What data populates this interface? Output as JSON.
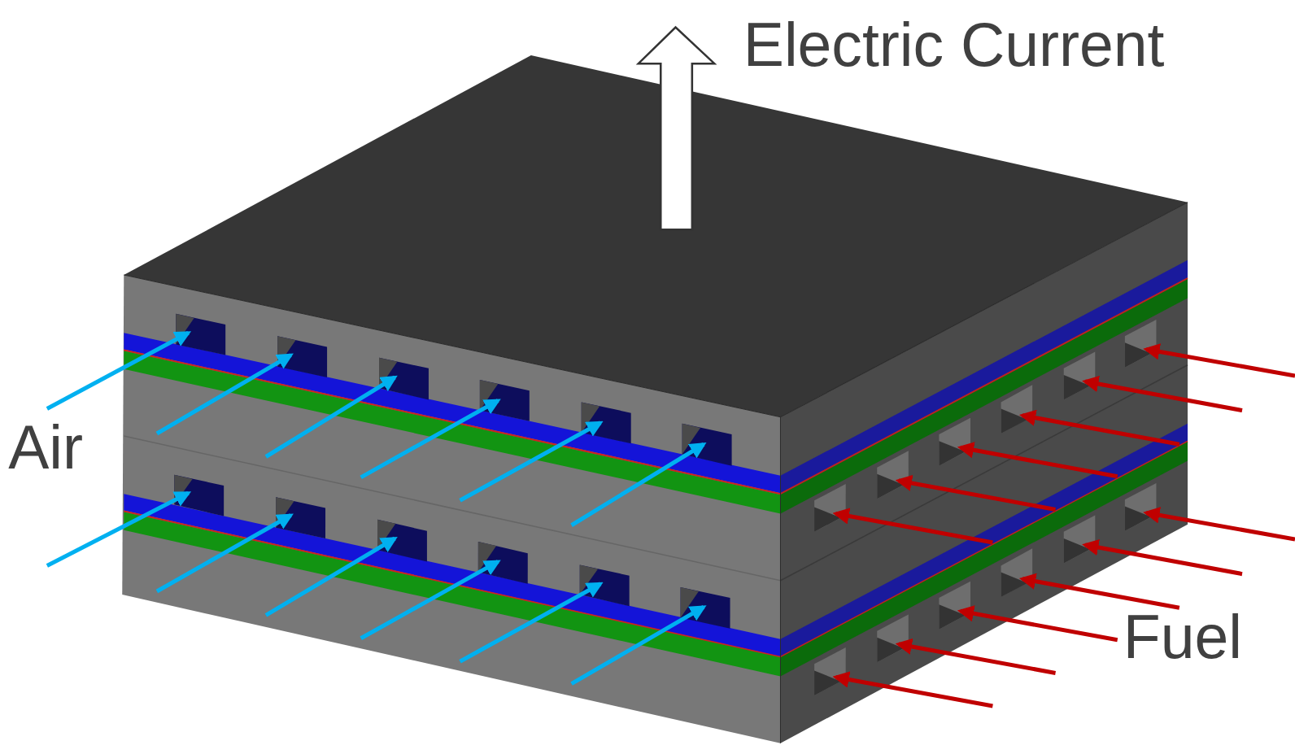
{
  "diagram": {
    "labels": [
      "Electric Current",
      "Air",
      "Fuel"
    ]
  }
}
